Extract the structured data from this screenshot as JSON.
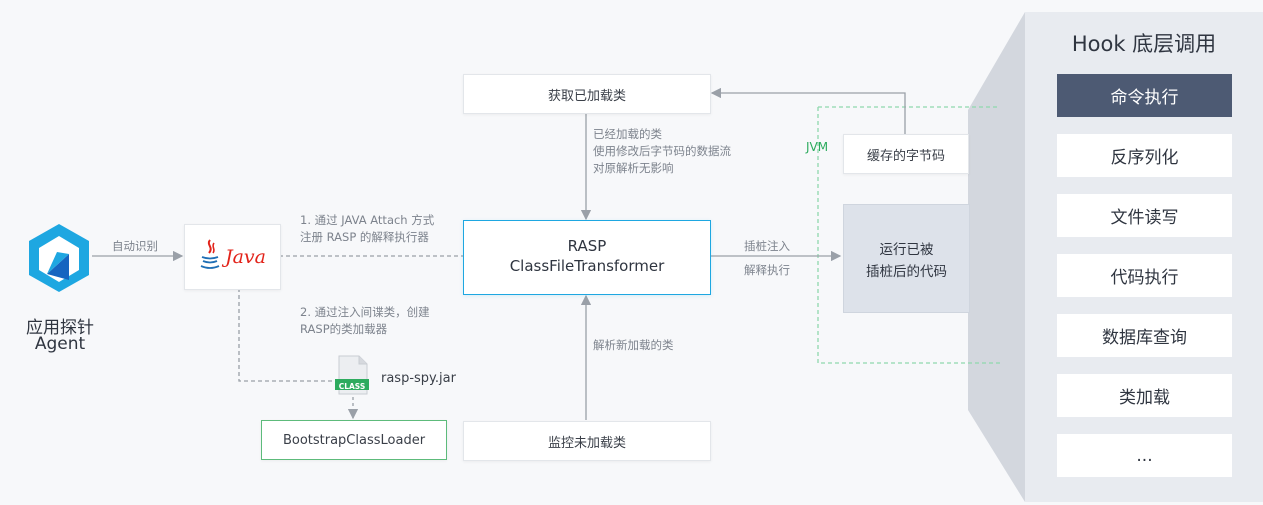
{
  "agent": {
    "label_cn": "应用探针",
    "label_en": "Agent"
  },
  "edges": {
    "auto_detect": "自动识别",
    "step1_line1": "1. 通过 JAVA Attach 方式",
    "step1_line2": "注册 RASP 的解释执行器",
    "step2_line1": "2. 通过注入间谍类，创建",
    "step2_line2": "RASP的类加载器",
    "loaded_line1": "已经加载的类",
    "loaded_line2": "使用修改后字节码的数据流",
    "loaded_line3": "对原解析无影响",
    "parse_new": "解析新加载的类",
    "instrument_inject": "插桩注入",
    "interpret_exec": "解释执行"
  },
  "nodes": {
    "java_logo_text": "Java",
    "get_loaded": "获取已加载类",
    "rasp_title": "RASP",
    "rasp_subtitle": "ClassFileTransformer",
    "monitor_unloaded": "监控未加载类",
    "bootstrap": "BootstrapClassLoader",
    "jar_name": "rasp-spy.jar",
    "class_badge": "CLASS",
    "cached_bytecode": "缓存的字节码",
    "run_line1": "运行已被",
    "run_line2": "插桩后的代码",
    "jvm_label": "JVM"
  },
  "hook_panel": {
    "title": "Hook 底层调用",
    "items": [
      "命令执行",
      "反序列化",
      "文件读写",
      "代码执行",
      "数据库查询",
      "类加载",
      "..."
    ],
    "active_index": 0
  },
  "colors": {
    "accent": "#1ea7e1",
    "panel_bg": "#e8ebf0",
    "panel_wedge": "#cfd3da",
    "active_item": "#4d5a73",
    "jvm_dash": "#8fd8ad",
    "badge_green": "#2dab5e",
    "java_red": "#e2231a"
  }
}
